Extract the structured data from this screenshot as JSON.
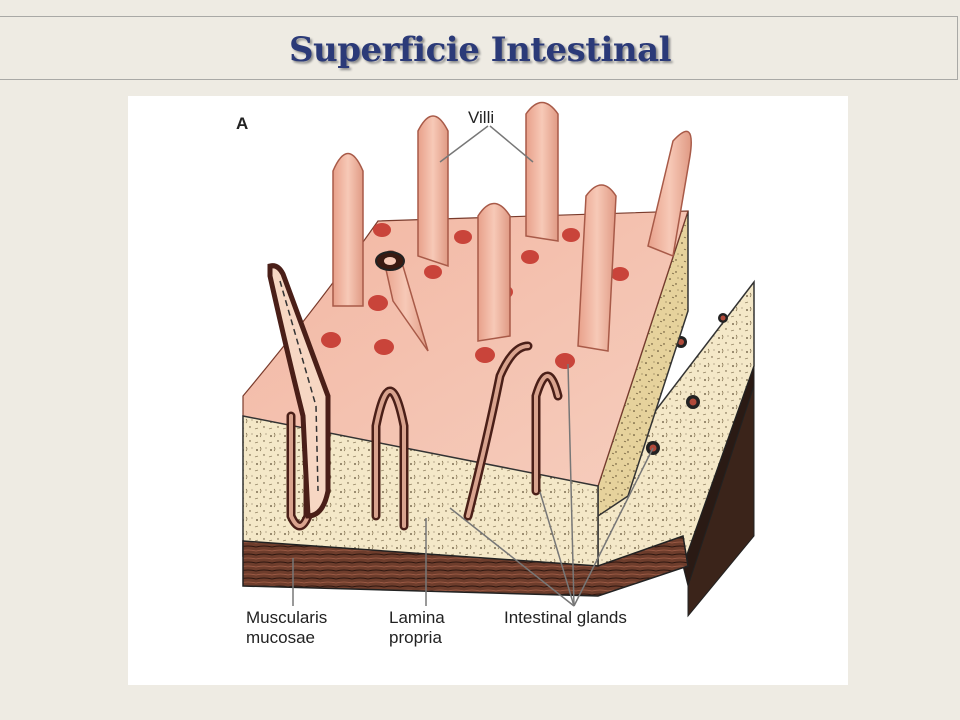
{
  "slide": {
    "title": "Superficie Intestinal"
  },
  "figure": {
    "panel_letter": "A",
    "labels": {
      "villi": "Villi",
      "muscularis_line1": "Muscularis",
      "muscularis_line2": "mucosae",
      "lamina_line1": "Lamina",
      "lamina_line2": "propria",
      "glands": "Intestinal glands"
    }
  }
}
